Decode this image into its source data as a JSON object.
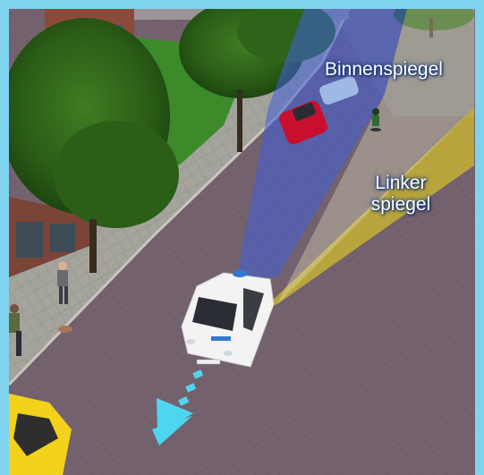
{
  "image": {
    "mirror_labels": {
      "inside_mirror": "Binnenspiegel",
      "left_mirror_line1": "Linker",
      "left_mirror_line2": "spiegel"
    },
    "colors": {
      "frame": "#7fd3ef",
      "inside_mirror_cone": "#3f5fd8",
      "left_mirror_cone": "#e8d21c",
      "direction_arrow": "#4fd6ef"
    }
  }
}
